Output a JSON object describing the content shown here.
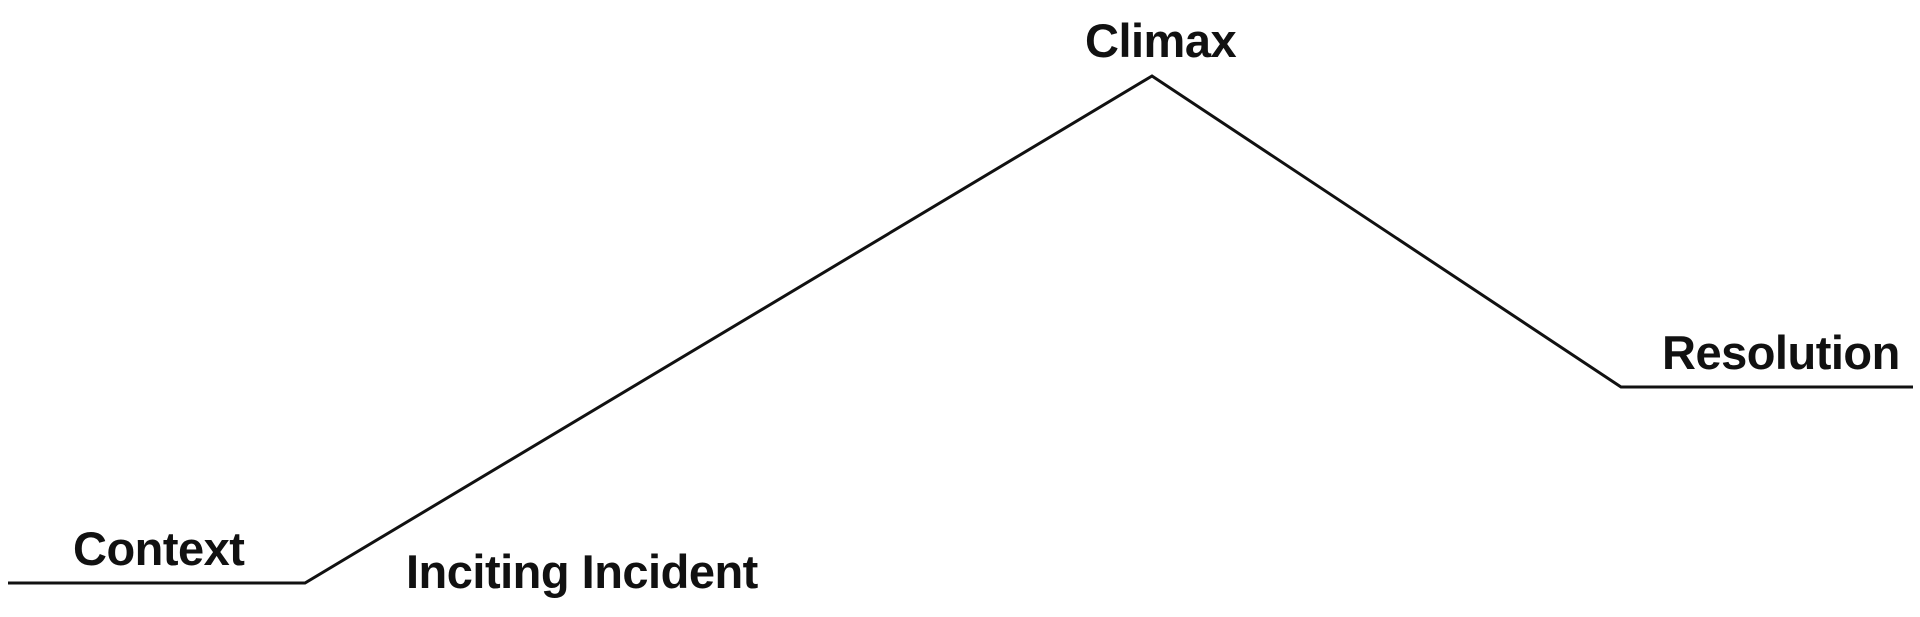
{
  "diagram": {
    "labels": {
      "context": "Context",
      "inciting_incident": "Inciting Incident",
      "climax": "Climax",
      "resolution": "Resolution"
    },
    "colors": {
      "line": "#111111",
      "text": "#111111",
      "background": "#ffffff"
    }
  }
}
